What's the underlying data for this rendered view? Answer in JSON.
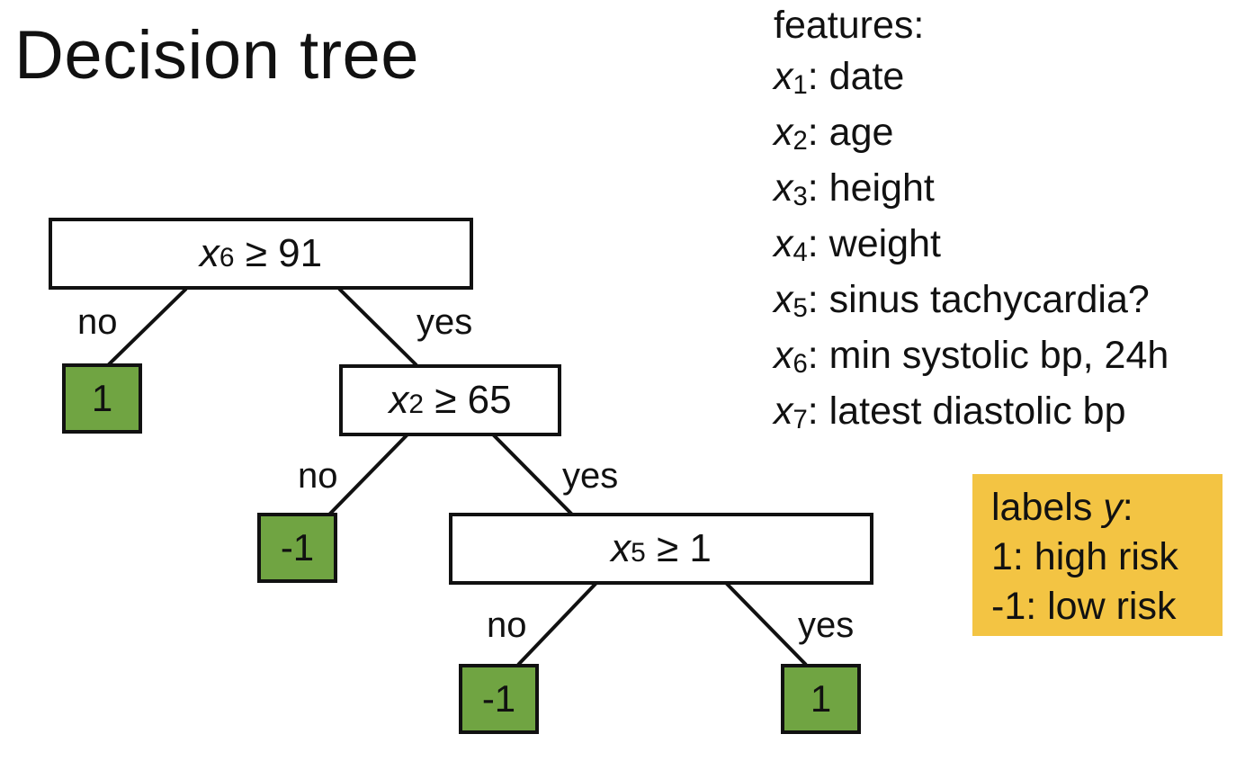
{
  "title": "Decision tree",
  "colors": {
    "leaf_fill": "#70A442",
    "labels_box_fill": "#F3C443"
  },
  "tree": {
    "root": {
      "var": "x",
      "sub": "6",
      "op": "≥ 91"
    },
    "node2": {
      "var": "x",
      "sub": "2",
      "op": "≥ 65"
    },
    "node3": {
      "var": "x",
      "sub": "5",
      "op": "≥ 1"
    },
    "leaves": [
      "1",
      "-1",
      "-1",
      "1"
    ],
    "edge_labels": {
      "no": "no",
      "yes": "yes"
    }
  },
  "features": {
    "heading": "features:",
    "items": [
      {
        "var": "x",
        "sub": "1",
        "text": ": date"
      },
      {
        "var": "x",
        "sub": "2",
        "text": ": age"
      },
      {
        "var": "x",
        "sub": "3",
        "text": ": height"
      },
      {
        "var": "x",
        "sub": "4",
        "text": ": weight"
      },
      {
        "var": "x",
        "sub": "5",
        "text": ": sinus tachycardia?"
      },
      {
        "var": "x",
        "sub": "6",
        "text": ": min systolic bp, 24h"
      },
      {
        "var": "x",
        "sub": "7",
        "text": ": latest diastolic bp"
      }
    ]
  },
  "labels_box": {
    "heading": "labels ",
    "heading_var": "y",
    "heading_colon": ":",
    "items": [
      "1: high risk",
      "-1: low risk"
    ]
  }
}
